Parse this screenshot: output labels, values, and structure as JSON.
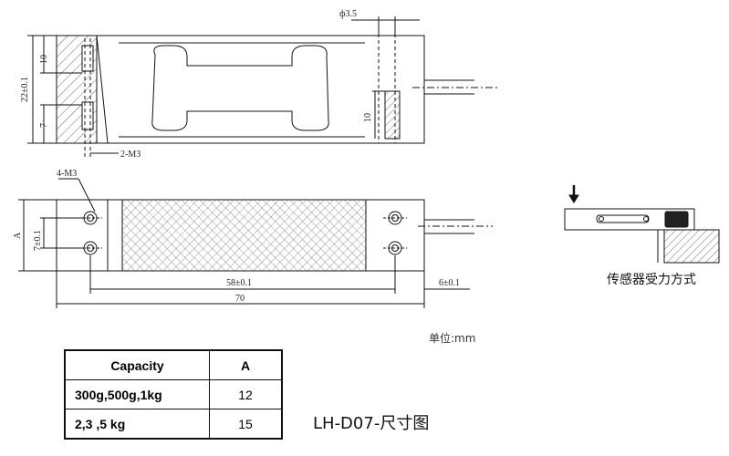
{
  "dims": {
    "hole_dia": "ф3.5",
    "height_total": "22±0.1",
    "upper_10": "10",
    "lower_7": "7",
    "thread_side": "2-M3",
    "right_10": "10",
    "thread_top": "4-M3",
    "a_label": "A",
    "hole_pitch": "7±0.1",
    "pitch_58": "58±0.1",
    "length_70": "70",
    "end_6": "6±0.1"
  },
  "unit": "单位:mm",
  "model": "LH-D07-尺寸图",
  "force_label": "传感器受力方式",
  "table": {
    "headers": [
      "Capacity",
      "A"
    ],
    "rows": [
      [
        "300g,500g,1kg",
        "12"
      ],
      [
        "2,3 ,5 kg",
        "15"
      ]
    ]
  }
}
